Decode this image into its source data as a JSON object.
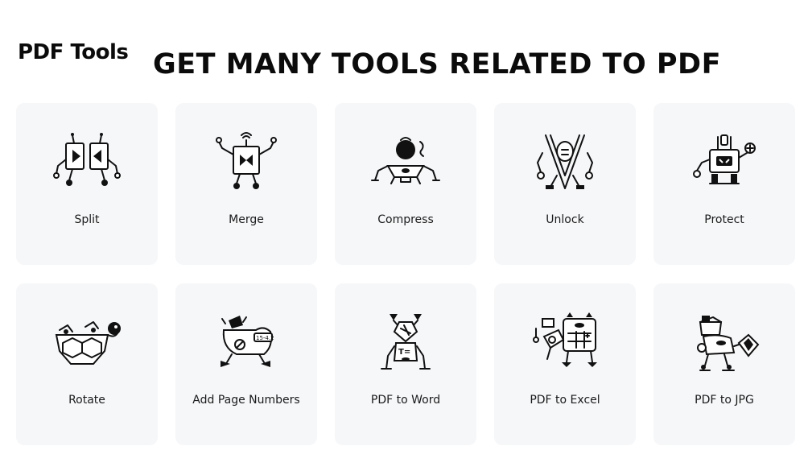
{
  "brand": "PDF Tools",
  "headline": "GET MANY TOOLS RELATED TO PDF",
  "tools": [
    {
      "label": "Split",
      "icon": "split-robot-icon"
    },
    {
      "label": "Merge",
      "icon": "merge-robot-icon"
    },
    {
      "label": "Compress",
      "icon": "compress-robot-icon"
    },
    {
      "label": "Unlock",
      "icon": "unlock-robot-icon"
    },
    {
      "label": "Protect",
      "icon": "protect-robot-icon"
    },
    {
      "label": "Rotate",
      "icon": "rotate-robot-icon"
    },
    {
      "label": "Add Page Numbers",
      "icon": "page-numbers-robot-icon"
    },
    {
      "label": "PDF to Word",
      "icon": "pdf-to-word-robot-icon"
    },
    {
      "label": "PDF to Excel",
      "icon": "pdf-to-excel-robot-icon"
    },
    {
      "label": "PDF to JPG",
      "icon": "pdf-to-jpg-robot-icon"
    }
  ],
  "icon_text": {
    "page_numbers_badge": "15-4.2",
    "word_badge": "T="
  },
  "colors": {
    "background": "#ffffff",
    "tile": "#f6f7f9",
    "ink": "#111111"
  }
}
